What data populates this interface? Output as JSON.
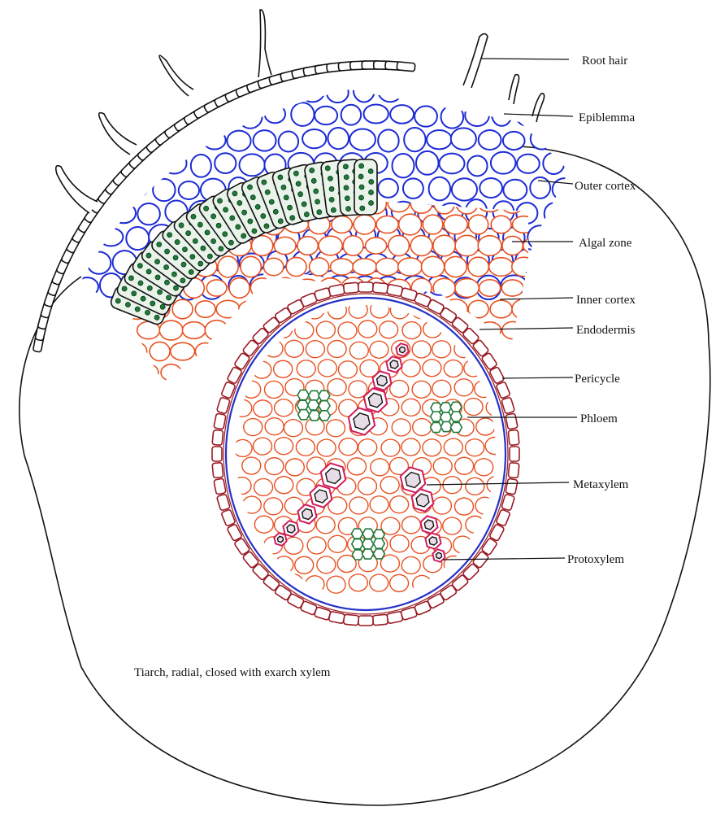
{
  "diagram": {
    "labels": [
      {
        "id": "root-hair",
        "text": "Root hair"
      },
      {
        "id": "epiblemma",
        "text": "Epiblemma"
      },
      {
        "id": "outer-cortex",
        "text": "Outer cortex"
      },
      {
        "id": "algal-zone",
        "text": "Algal zone"
      },
      {
        "id": "inner-cortex",
        "text": "Inner cortex"
      },
      {
        "id": "endodermis",
        "text": "Endodermis"
      },
      {
        "id": "pericycle",
        "text": "Pericycle"
      },
      {
        "id": "phloem",
        "text": "Phloem"
      },
      {
        "id": "metaxylem",
        "text": "Metaxylem"
      },
      {
        "id": "protoxylem",
        "text": "Protoxylem"
      }
    ],
    "caption": "Tiarch, radial, closed with exarch xylem"
  },
  "colors": {
    "outline": "#111111",
    "outer_cortex": "#1c2bd6",
    "algal_green": "#1f7a3a",
    "algal_cell_fill": "#e9f3ea",
    "inner_cortex": "#e8501f",
    "endodermis": "#9a1b24",
    "pericycle_line": "#2432c8",
    "xylem": "#d01c5c",
    "xylem_fill": "#e6dde6",
    "phloem": "#1f7a3a"
  }
}
